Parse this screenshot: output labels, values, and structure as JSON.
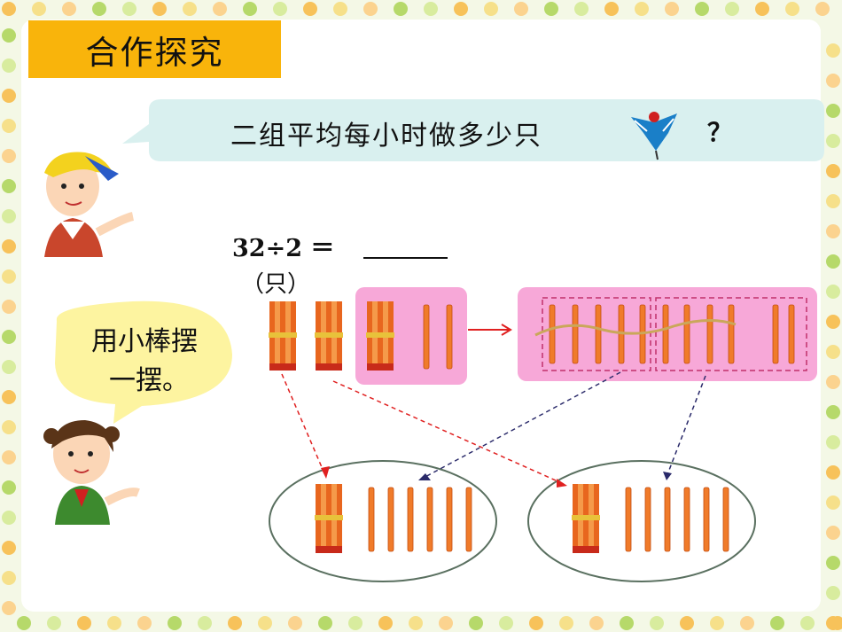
{
  "section_title": "合作探究",
  "question": "二组平均每小时做多少只",
  "question_mark": "？",
  "equation": "32÷2 ＝",
  "unit": "（只）",
  "hint": {
    "line1": "用小棒摆",
    "line2": "一摆。"
  },
  "colors": {
    "title_bg": "#f9b40b",
    "speech_bubble": "#d9f0ef",
    "hint_bubble": "#fdf4a0",
    "stick": "#f07b2a",
    "pink_panel": "#f7a8d8"
  },
  "images": [
    "boy-icon",
    "girl-icon",
    "kite-icon",
    "stick-bundle-icon"
  ]
}
